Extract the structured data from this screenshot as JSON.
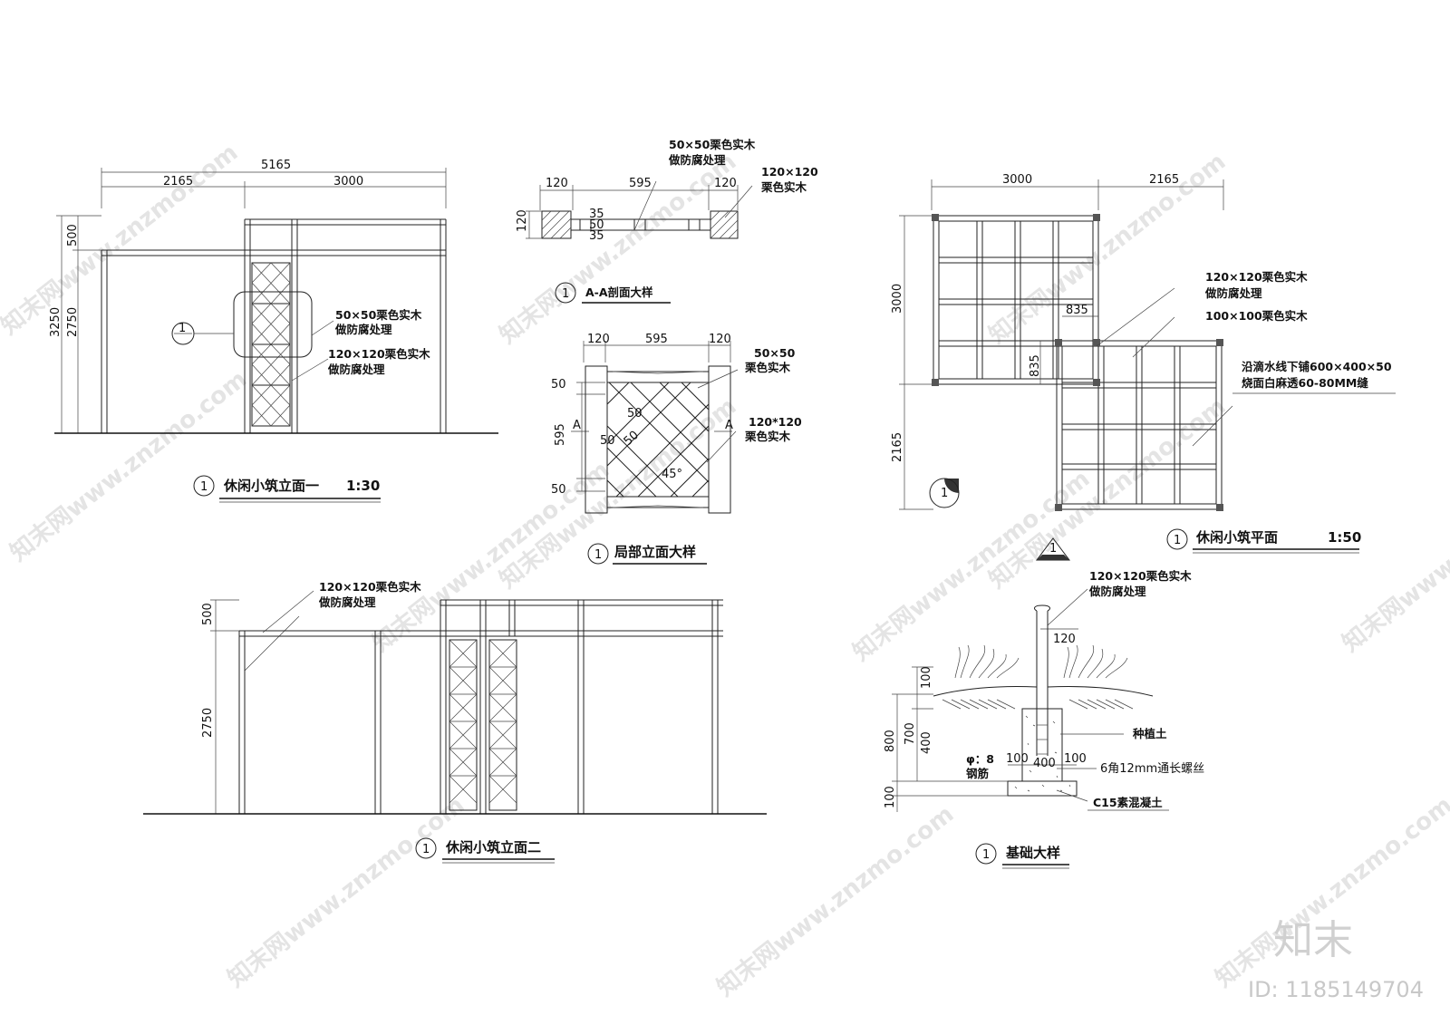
{
  "elevation1": {
    "title": "休闲小筑立面一",
    "scale": "1:30",
    "index": "1",
    "dims_top": [
      "5165",
      "2165",
      "3000"
    ],
    "dims_left": [
      "3250",
      "500",
      "2750"
    ],
    "notes": [
      "50×50栗色实木",
      "做防腐处理",
      "120×120栗色实木",
      "做防腐处理"
    ],
    "callout": "1"
  },
  "section_aa": {
    "title": "A-A剖面大样",
    "index": "1",
    "dims_top": [
      "120",
      "595",
      "120"
    ],
    "dims_side": [
      "120",
      "35",
      "50",
      "35"
    ],
    "notes_left": [
      "50×50栗色实木",
      "做防腐处理"
    ],
    "notes_right": [
      "120×120",
      "栗色实木"
    ]
  },
  "detail": {
    "title": "局部立面大样",
    "index": "1",
    "dims_top": [
      "120",
      "595",
      "120"
    ],
    "dims_left": [
      "50",
      "595",
      "50"
    ],
    "inner": [
      "50",
      "50",
      "50",
      "45°"
    ],
    "section_mark": "A",
    "notes": [
      "50×50",
      "栗色实木",
      "120*120",
      "栗色实木"
    ]
  },
  "plan": {
    "title": "休闲小筑平面",
    "scale": "1:50",
    "index": "1",
    "dims_top": [
      "3000",
      "2165"
    ],
    "dims_left": [
      "3000",
      "2165"
    ],
    "dims_inner": [
      "835",
      "835"
    ],
    "notes": [
      "120×120栗色实木",
      "做防腐处理",
      "100×100栗色实木",
      "沿滴水线下铺600×400×50",
      "烧面白麻透60-80MM缝"
    ],
    "callout": "1"
  },
  "elevation2": {
    "title": "休闲小筑立面二",
    "index": "1",
    "dims_left": [
      "500",
      "2750"
    ],
    "notes": [
      "120×120栗色实木",
      "做防腐处理"
    ]
  },
  "foundation": {
    "title": "基础大样",
    "index": "1",
    "dims_top": [
      "120"
    ],
    "dims_left": [
      "100",
      "700",
      "400",
      "800",
      "100"
    ],
    "dims_bottom": [
      "100",
      "400",
      "100"
    ],
    "notes": [
      "120×120栗色实木",
      "做防腐处理",
      "种植土",
      "6角12mm通长螺丝",
      "C15素混凝土",
      "φ：8",
      "钢筋"
    ]
  },
  "watermark": {
    "text": "知末网www.znzmo.com",
    "logo": "知末",
    "id": "ID: 1185149704"
  }
}
